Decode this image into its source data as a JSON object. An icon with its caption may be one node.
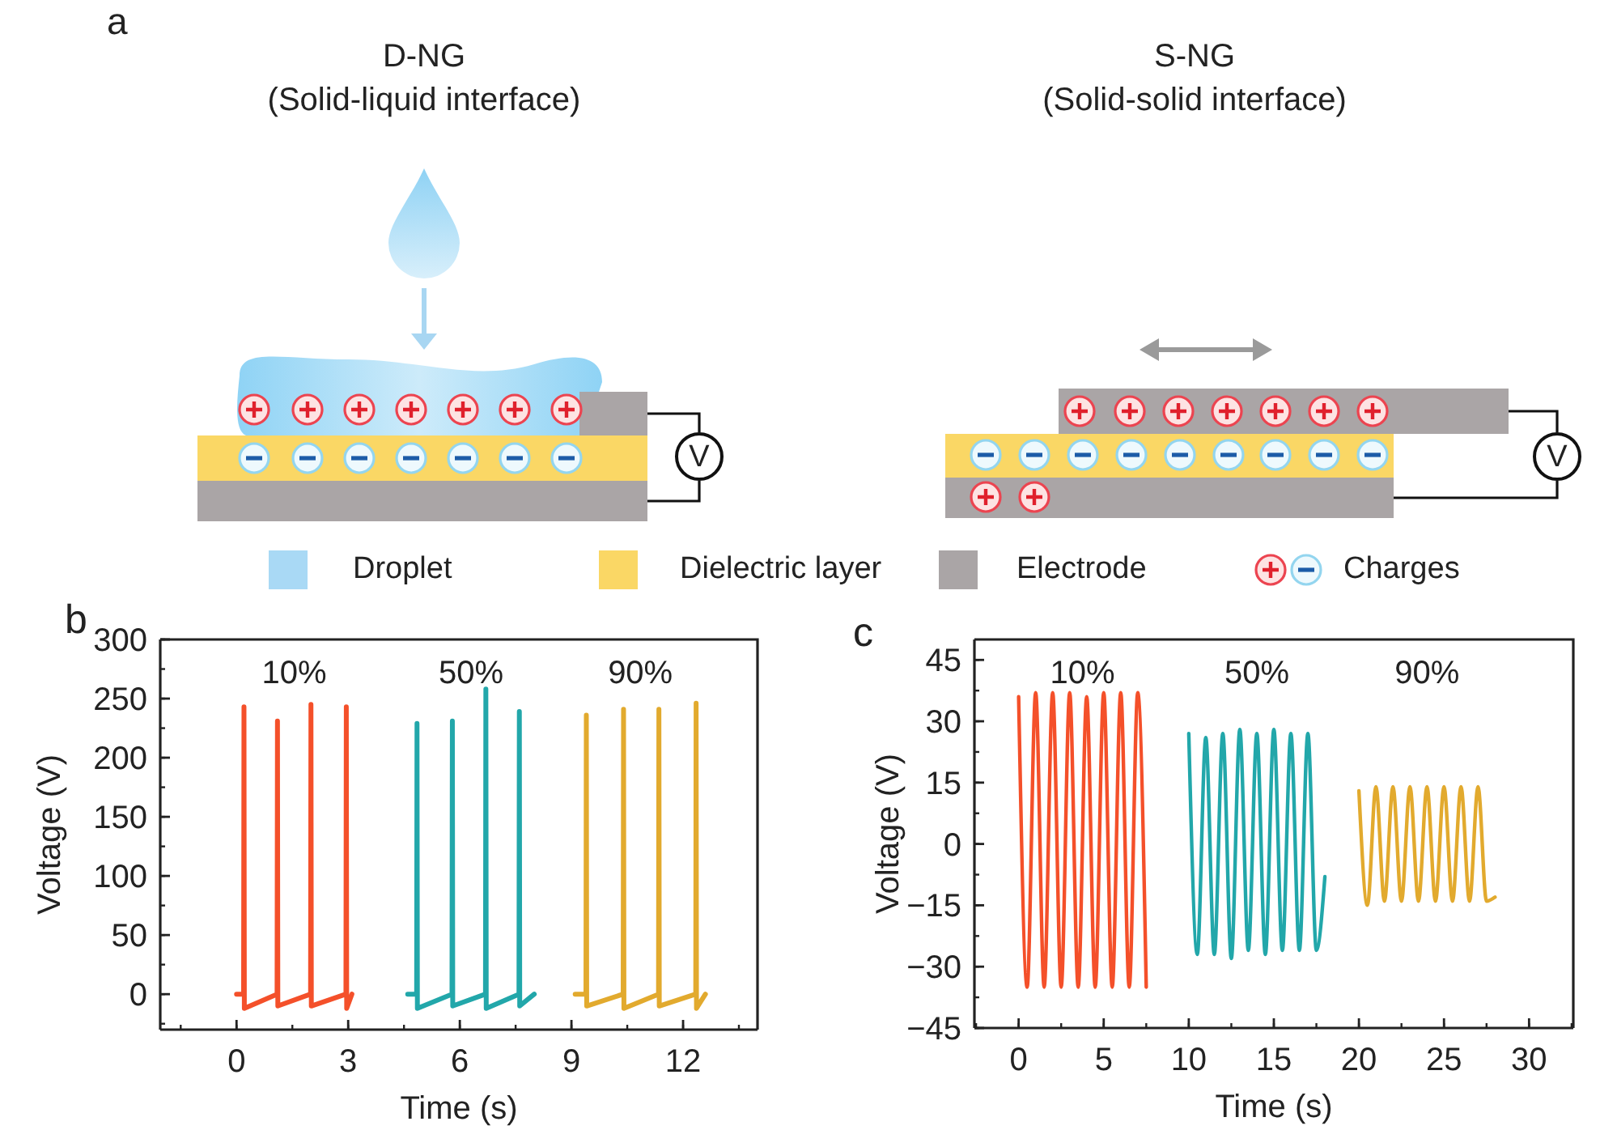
{
  "diagram": {
    "nodes": [
      {
        "text": [],
        "shape": "box"
      },
      {
        "text": [],
        "shape": "box"
      },
      {
        "text": [
          "V"
        ]
      },
      {
        "text": [],
        "shape": "box"
      },
      {
        "text": [],
        "shape": "box"
      },
      {
        "text": [
          "V"
        ]
      }
    ],
    "edges": [
      {
        "from": 0,
        "to": 2,
        "arrow": "none"
      },
      {
        "from": 1,
        "to": 2,
        "arrow": "none"
      },
      {
        "from": 3,
        "to": 5,
        "arrow": "none"
      },
      {
        "from": 4,
        "to": 5,
        "arrow": "none"
      }
    ],
    "labels": [
      "a",
      "D-NG",
      "(Solid-liquid interface)",
      "S-NG",
      "(Solid-solid interface)",
      "b",
      "c"
    ],
    "legend": [
      {
        "text": "Droplet",
        "color": "#a9d9f5"
      },
      {
        "text": "Dielectric layer",
        "color": "#fad765"
      },
      {
        "text": "Electrode",
        "color": "#aaa5a6"
      },
      {
        "text": "Charges"
      }
    ],
    "chart_data": [
      {
        "type": "line",
        "xlabel": "Time (s)",
        "ylabel": "Voltage (V)",
        "x": [
          0,
          0.19,
          0.2,
          0.21,
          1.09,
          1.1,
          1.11,
          1.99,
          2.0,
          2.01,
          2.94,
          2.95,
          2.96,
          3.1,
          4.6,
          4.84,
          4.85,
          4.86,
          5.79,
          5.8,
          5.81,
          6.69,
          6.7,
          6.71,
          7.59,
          7.6,
          7.61,
          8.0,
          9.1,
          9.39,
          9.4,
          9.41,
          10.39,
          10.4,
          10.41,
          11.34,
          11.35,
          11.36,
          12.34,
          12.35,
          12.36,
          12.6
        ],
        "series": [
          {
            "name": "10%",
            "color": "#f4502a",
            "values": [
              0,
              0,
              243,
              -12,
              0,
              231,
              -10,
              0,
              245,
              -10,
              0,
              243,
              -12,
              0,
              null,
              null,
              null,
              null,
              null,
              null,
              null,
              null,
              null,
              null,
              null,
              null,
              null,
              null,
              null,
              null,
              null,
              null,
              null,
              null,
              null,
              null,
              null,
              null,
              null,
              null,
              null,
              null
            ]
          },
          {
            "name": "50%",
            "color": "#22a7aa",
            "values": [
              null,
              null,
              null,
              null,
              null,
              null,
              null,
              null,
              null,
              null,
              null,
              null,
              null,
              null,
              0,
              0,
              229,
              -12,
              0,
              231,
              -10,
              0,
              258,
              -12,
              0,
              239,
              -10,
              0,
              null,
              null,
              null,
              null,
              null,
              null,
              null,
              null,
              null,
              null,
              null,
              null,
              null,
              null
            ]
          },
          {
            "name": "90%",
            "color": "#e2aa2e",
            "values": [
              null,
              null,
              null,
              null,
              null,
              null,
              null,
              null,
              null,
              null,
              null,
              null,
              null,
              null,
              null,
              null,
              null,
              null,
              null,
              null,
              null,
              null,
              null,
              null,
              null,
              null,
              null,
              null,
              0,
              0,
              236,
              -10,
              0,
              241,
              -12,
              0,
              241,
              -10,
              0,
              246,
              -12,
              0
            ]
          }
        ],
        "xlim": [
          -2.05,
          14.0
        ],
        "ylim": [
          -30,
          300
        ],
        "xticks": [
          0,
          3,
          6,
          9,
          12
        ],
        "yticks": [
          0,
          50,
          100,
          150,
          200,
          250,
          300
        ]
      },
      {
        "type": "line",
        "xlabel": "Time (s)",
        "ylabel": "Voltage (V)",
        "x": [
          0,
          0.5,
          1,
          1.5,
          2,
          2.5,
          3,
          3.5,
          4,
          4.5,
          5,
          5.5,
          6,
          6.5,
          7,
          7.5,
          8,
          8.5,
          9,
          9.5,
          10,
          10.5,
          11,
          11.5,
          12,
          12.5,
          13,
          13.5,
          14,
          14.5,
          15,
          15.5,
          16,
          16.5,
          17,
          17.5,
          18,
          18.5,
          19,
          19.5,
          20,
          20.5,
          21,
          21.5,
          22,
          22.5,
          23,
          23.5,
          24,
          24.5,
          25,
          25.5,
          26,
          26.5,
          27,
          27.5,
          28
        ],
        "series": [
          {
            "name": "10%",
            "color": "#f4502a",
            "values": [
              36,
              -35,
              37,
              -35,
              37,
              -35,
              37,
              -35,
              36,
              -35,
              37,
              -35,
              37,
              -35,
              37,
              -35,
              null,
              null,
              null,
              null,
              null,
              null,
              null,
              null,
              null,
              null,
              null,
              null,
              null,
              null,
              null,
              null,
              null,
              null,
              null,
              null,
              null,
              null,
              null,
              null,
              null,
              null,
              null,
              null,
              null,
              null,
              null,
              null,
              null,
              null,
              null,
              null,
              null,
              null,
              null,
              null,
              null
            ]
          },
          {
            "name": "50%",
            "color": "#22a7aa",
            "values": [
              null,
              null,
              null,
              null,
              null,
              null,
              null,
              null,
              null,
              null,
              null,
              null,
              null,
              null,
              null,
              null,
              null,
              null,
              null,
              null,
              27,
              -27,
              26,
              -27,
              27,
              -28,
              28,
              -26,
              27,
              -27,
              28,
              -26,
              27,
              -26,
              27,
              -26,
              -8,
              null,
              null,
              null,
              null,
              null,
              null,
              null,
              null,
              null,
              null,
              null,
              null,
              null,
              null,
              null,
              null,
              null,
              null,
              null,
              null
            ]
          },
          {
            "name": "90%",
            "color": "#e2aa2e",
            "values": [
              null,
              null,
              null,
              null,
              null,
              null,
              null,
              null,
              null,
              null,
              null,
              null,
              null,
              null,
              null,
              null,
              null,
              null,
              null,
              null,
              null,
              null,
              null,
              null,
              null,
              null,
              null,
              null,
              null,
              null,
              null,
              null,
              null,
              null,
              null,
              null,
              null,
              null,
              null,
              null,
              13,
              -15,
              14,
              -14,
              14,
              -14,
              14,
              -14,
              14,
              -14,
              14,
              -14,
              14,
              -14,
              14,
              -14,
              -13
            ]
          }
        ],
        "xlim": [
          -2.6,
          32.6
        ],
        "ylim": [
          -45,
          50
        ],
        "xticks": [
          0,
          5,
          10,
          15,
          20,
          25,
          30
        ],
        "yticks": [
          -45,
          -30,
          -15,
          0,
          15,
          30,
          45
        ]
      }
    ]
  }
}
